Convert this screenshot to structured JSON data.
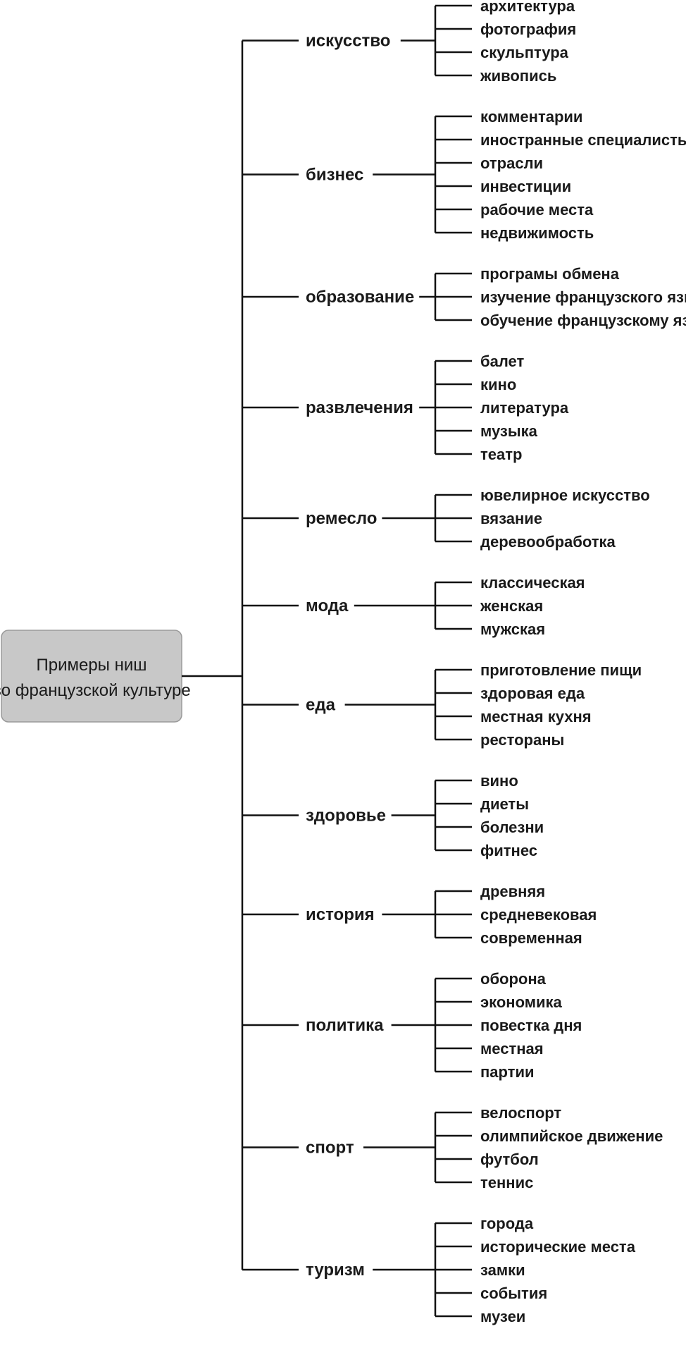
{
  "root": {
    "lines": [
      "Примеры ниш",
      "во французской культуре"
    ]
  },
  "categories": [
    {
      "label": "искусство",
      "items": [
        "архитектура",
        "фотография",
        "скульптура",
        "живопись"
      ]
    },
    {
      "label": "бизнес",
      "items": [
        "комментарии",
        "иностранные специалисты",
        "отрасли",
        "инвестиции",
        "рабочие места",
        "недвижимость"
      ]
    },
    {
      "label": "образование",
      "items": [
        "програмы обмена",
        "изучение французского языка",
        "обучение французскому языку"
      ]
    },
    {
      "label": "развлечения",
      "items": [
        "балет",
        "кино",
        "литература",
        "музыка",
        "театр"
      ]
    },
    {
      "label": "ремесло",
      "items": [
        "ювелирное искусство",
        "вязание",
        "деревообработка"
      ]
    },
    {
      "label": "мода",
      "items": [
        "классическая",
        "женская",
        "мужская"
      ]
    },
    {
      "label": "еда",
      "items": [
        "приготовление пищи",
        "здоровая еда",
        "местная кухня",
        "рестораны"
      ]
    },
    {
      "label": "здоровье",
      "items": [
        "вино",
        "диеты",
        "болезни",
        "фитнес"
      ]
    },
    {
      "label": "история",
      "items": [
        "древняя",
        "средневековая",
        "современная"
      ]
    },
    {
      "label": "политика",
      "items": [
        "оборона",
        "экономика",
        "повестка дня",
        "местная",
        "партии"
      ]
    },
    {
      "label": "спорт",
      "items": [
        "велоспорт",
        "олимпийское движение",
        "футбол",
        "теннис"
      ]
    },
    {
      "label": "туризм",
      "items": [
        "города",
        "исторические места",
        "замки",
        "события",
        "музеи"
      ]
    }
  ],
  "colors": {
    "line": "#111111",
    "text": "#1a1a1a",
    "root_fill": "#c8c8c8",
    "root_border": "#9a9a9a"
  }
}
